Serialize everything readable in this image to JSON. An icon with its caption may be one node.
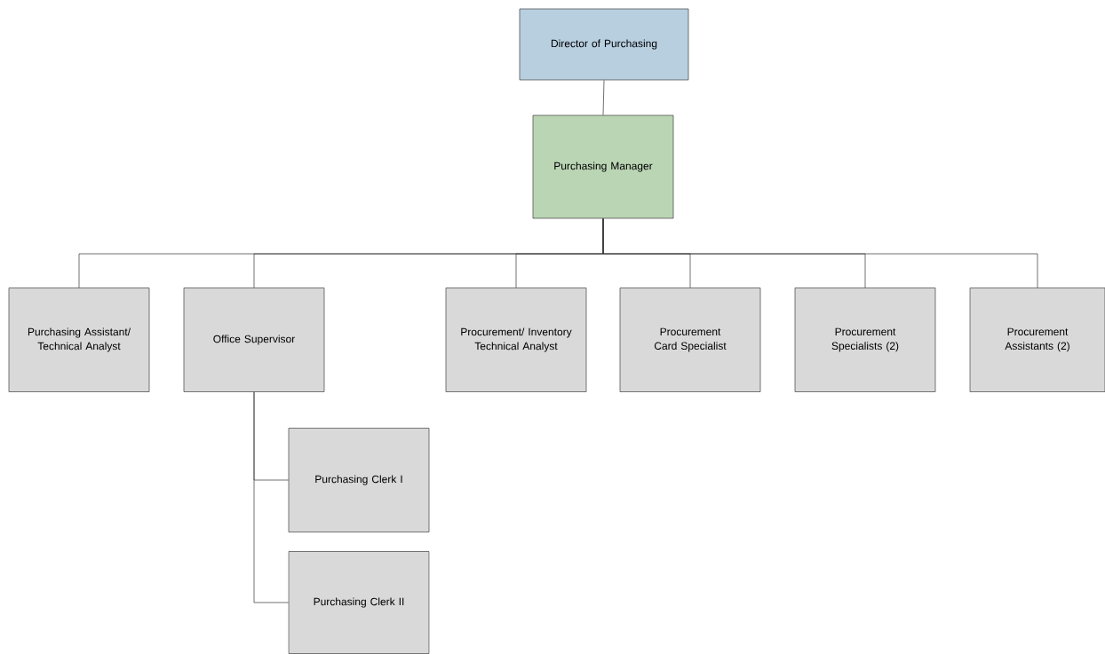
{
  "diagram": {
    "nodes": [
      {
        "text": [
          "Director of Purchasing"
        ]
      },
      {
        "text": [
          "Purchasing Manager"
        ]
      },
      {
        "text": [
          "Purchasing Assistant/ Technical Analyst"
        ]
      },
      {
        "text": [
          "Office Supervisor"
        ]
      },
      {
        "text": [
          "Procurement/ Inventory Technical Analyst"
        ]
      },
      {
        "text": [
          "Procurement Card Specialist"
        ]
      },
      {
        "text": [
          "Procurement Specialists (2)"
        ]
      },
      {
        "text": [
          "Procurement Assistants (2)"
        ]
      },
      {
        "text": [
          "Purchasing Clerk I"
        ]
      },
      {
        "text": [
          "Purchasing Clerk II"
        ]
      }
    ],
    "edges": [
      {
        "from": 0,
        "to": 1,
        "arrow": "none"
      },
      {
        "from": 1,
        "to": 2,
        "arrow": "none"
      },
      {
        "from": 1,
        "to": 3,
        "arrow": "none"
      },
      {
        "from": 1,
        "to": 4,
        "arrow": "none"
      },
      {
        "from": 1,
        "to": 5,
        "arrow": "none"
      },
      {
        "from": 1,
        "to": 6,
        "arrow": "none"
      },
      {
        "from": 1,
        "to": 7,
        "arrow": "none"
      },
      {
        "from": 3,
        "to": 8,
        "arrow": "none"
      },
      {
        "from": 3,
        "to": 9,
        "arrow": "none"
      }
    ]
  }
}
